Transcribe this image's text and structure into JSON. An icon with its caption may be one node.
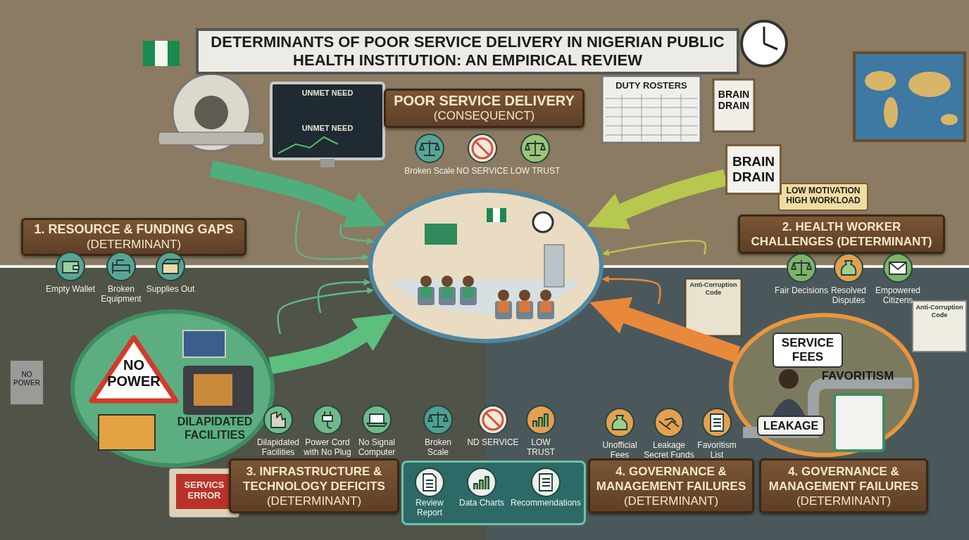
{
  "diagram": {
    "title": "DETERMINANTS OF POOR SERVICE DELIVERY IN NIGERIAN PUBLIC HEALTH INSTITUTION: AN EMPIRICAL REVIEW",
    "nodes": [
      {
        "text": [],
        "shape": "picture"
      },
      {
        "text": [
          "POOR SERVICE DELIVERY",
          "(CONSEQUENCT)"
        ]
      },
      {
        "text": [
          "1. RESOURCE & FUNDING GAPS",
          "(DETERMINANT)"
        ]
      },
      {
        "text": [
          "2. HEALTH WORKER CHALLENGES (DETERMINANT)"
        ]
      },
      {
        "text": [
          "3. INFRASTRUCTURE & TECHNOLOGY DEFICITS",
          "(DETERMINANT)"
        ]
      },
      {
        "text": [
          "4. GOVERNANCE & MANAGEMENT FAILURES",
          "(DETERMINANT)"
        ]
      },
      {
        "text": [
          "4. GOVERNANCE & MANAGEMENT FAILURES",
          "(DETERMINANT)"
        ]
      },
      {
        "text": [
          "NO POWER",
          "DILAPIDATED FACILITIES"
        ]
      },
      {
        "text": [
          "SERVICE FEES",
          "FAVORITISM",
          "LEAKAGE"
        ]
      },
      {
        "text": [
          "BRAIN DRAIN"
        ]
      },
      {
        "text": [
          "Review Report",
          "Data Charts",
          "Recommendations"
        ]
      }
    ],
    "edges": [
      {
        "from": null,
        "to": 0,
        "arrow": "to",
        "style": "thick",
        "color": "#4fae7c"
      },
      {
        "from": 9,
        "to": 0,
        "arrow": "to",
        "style": "thick",
        "color": "#b7c84e"
      },
      {
        "from": 7,
        "to": 0,
        "arrow": "to",
        "style": "thick",
        "color": "#5cbf7e"
      },
      {
        "from": 8,
        "to": 0,
        "arrow": "to",
        "style": "thick",
        "color": "#e8883a"
      },
      {
        "from": null,
        "to": 0,
        "arrow": "to",
        "color": "#5fb58a"
      },
      {
        "from": null,
        "to": 0,
        "arrow": "to",
        "color": "#5fb58a"
      },
      {
        "from": null,
        "to": 0,
        "arrow": "to",
        "color": "#e8883a"
      },
      {
        "from": null,
        "to": 0,
        "arrow": "to",
        "color": "#5fb58a"
      },
      {
        "from": null,
        "to": 0,
        "arrow": "to",
        "color": "#5fb58a"
      },
      {
        "from": null,
        "to": 0,
        "arrow": "to",
        "color": "#b7c84e"
      }
    ],
    "labels": [
      "Broken Scale",
      "NO SERVICE",
      "LOW TRUST",
      "UNMET NEED",
      "UNMET NEED",
      "DUTY ROSTERS",
      "BRAIN DRAIN",
      "LOW MOTIVATION HIGH WORKLOAD",
      "Empty Wallet",
      "Broken Equipment",
      "Supplies Out",
      "Anti-Corruption Code",
      "Fair Decisions",
      "Resolved Disputes",
      "Empowered Citizens",
      "Anti-Corruption Code",
      "NO POWER",
      "Dilapidated Facilities",
      "Power Cord with No Plug",
      "No Signal Computer",
      "Broken Scale",
      "ND SERVICE",
      "LOW TRUST",
      "Unofficial Fees",
      "Leakage Secret Funds",
      "Favoritism List",
      "SERVICS ERROR"
    ]
  }
}
